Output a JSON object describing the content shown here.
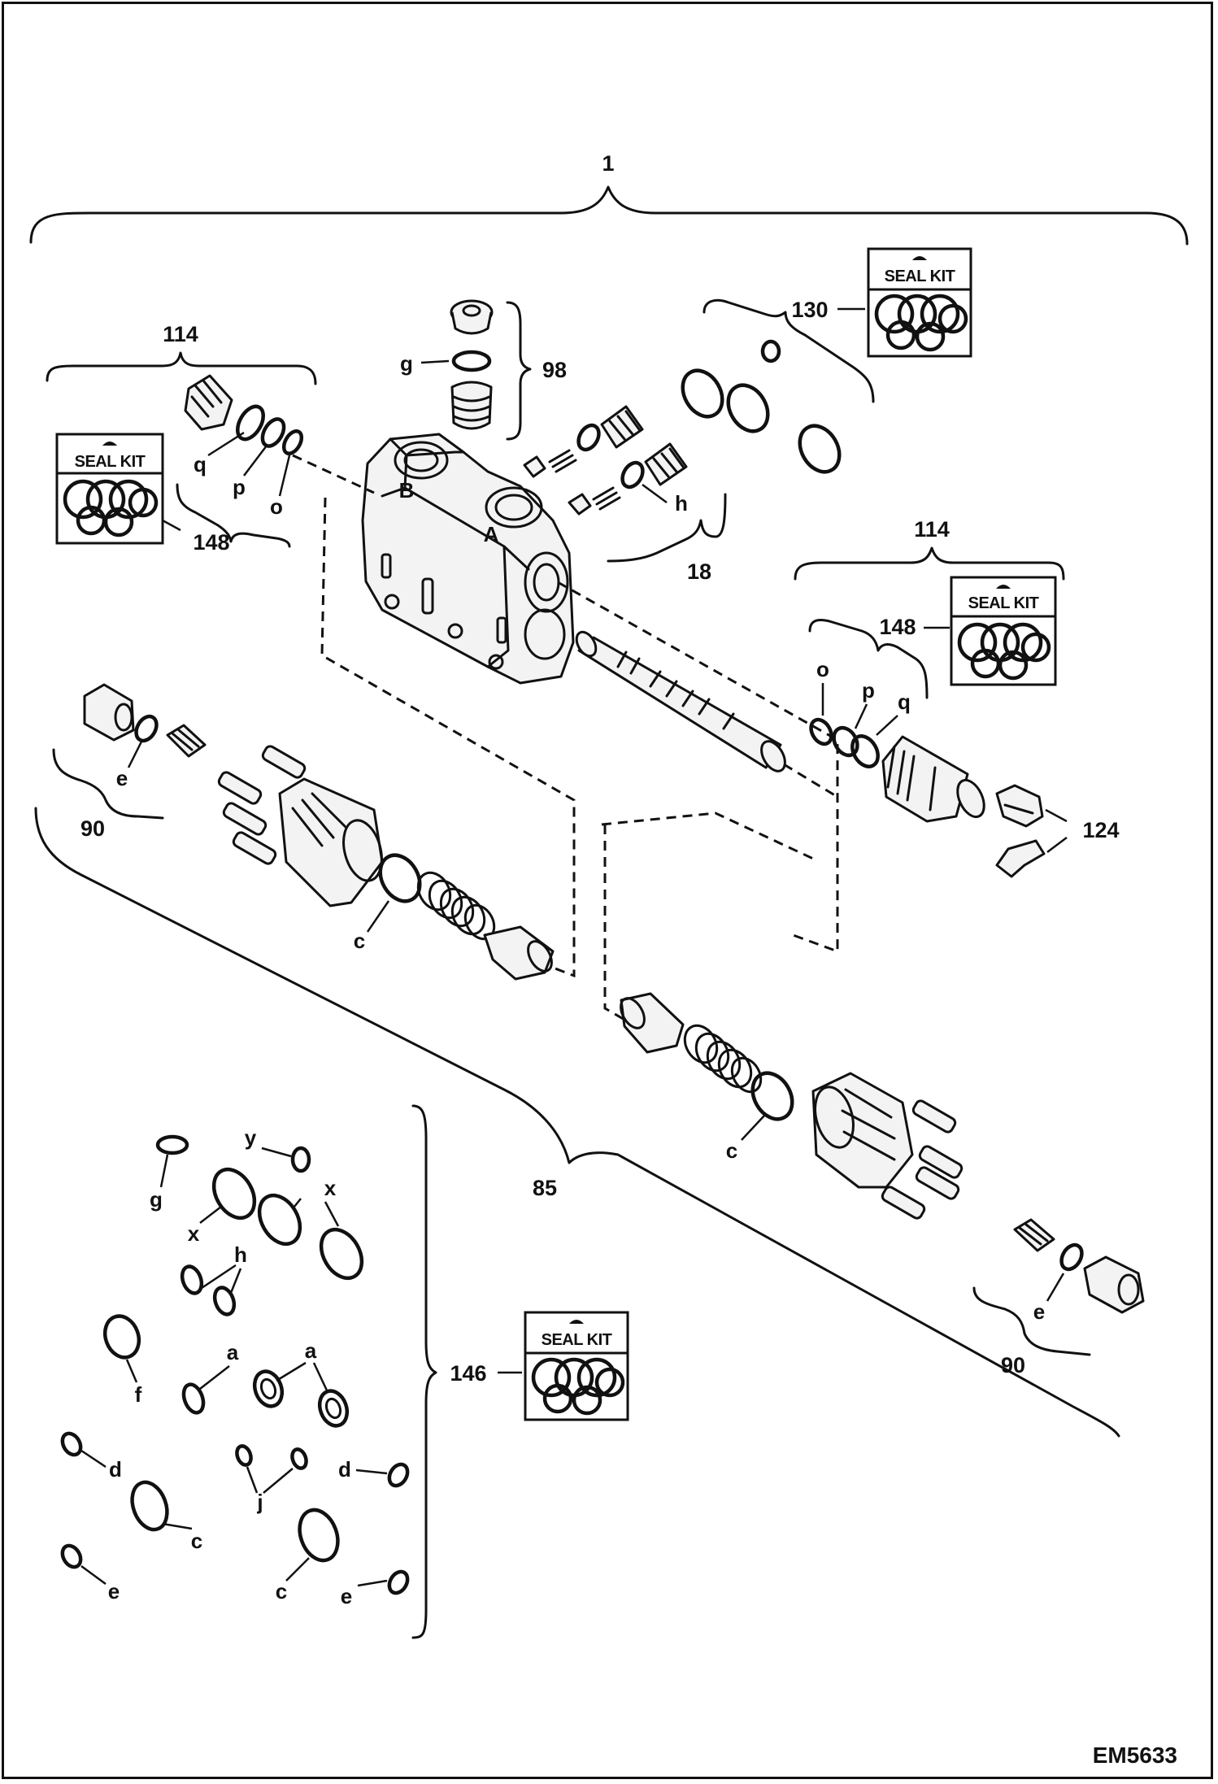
{
  "diagram_code": "EM5633",
  "seal_kit_label": "SEAL KIT",
  "callouts": {
    "assembly": "1",
    "relief_left": "114",
    "relief_right": "114",
    "kit_left": "148",
    "kit_right": "148",
    "kit_top": "130",
    "kit_bottom": "146",
    "plug": "98",
    "check": "18",
    "cap_left": "90",
    "cap_right": "90",
    "spool_group": "85",
    "clip": "124"
  },
  "letters": {
    "q_left": "q",
    "p_left": "p",
    "o_left": "o",
    "o_right": "o",
    "p_right": "p",
    "q_right": "q",
    "g_top": "g",
    "h_top": "h",
    "e_left": "e",
    "c_left": "c",
    "c_right": "c",
    "e_right": "e",
    "kit_g": "g",
    "kit_y": "y",
    "kit_x1": "x",
    "kit_x2": "x",
    "kit_h": "h",
    "kit_f": "f",
    "kit_a1": "a",
    "kit_a2": "a",
    "kit_d1": "d",
    "kit_d2": "d",
    "kit_j": "j",
    "kit_c1": "c",
    "kit_c2": "c",
    "kit_e1": "e",
    "kit_e2": "e"
  },
  "body_port_labels": {
    "port_b": "B",
    "port_a": "A"
  }
}
